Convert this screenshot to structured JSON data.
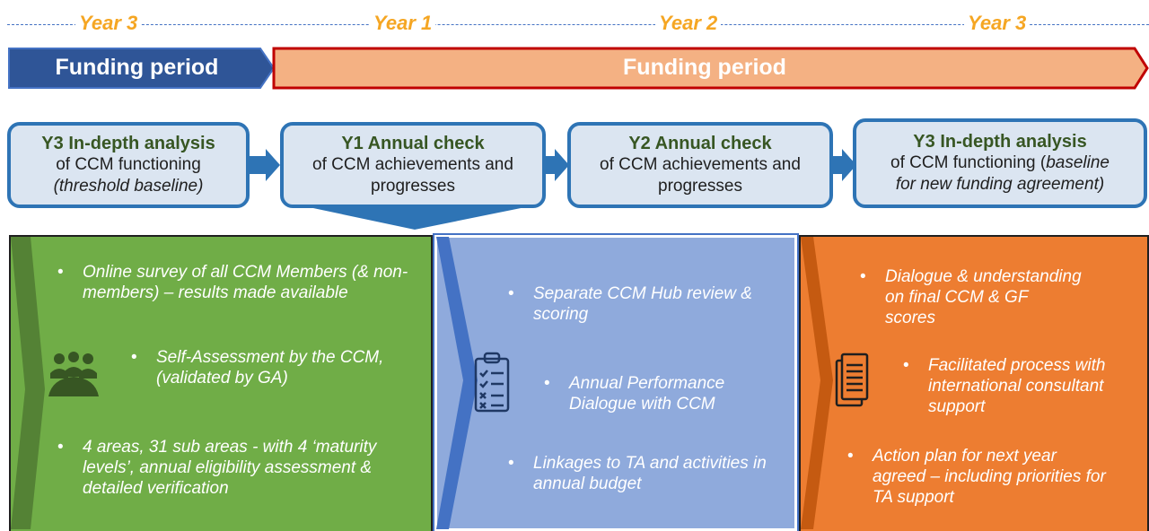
{
  "timeline": {
    "years": [
      "Year 3",
      "Year 1",
      "Year 2",
      "Year 3"
    ]
  },
  "funding": {
    "left_label": "Funding period",
    "right_label": "Funding period"
  },
  "boxes": [
    {
      "title": "Y3 In-depth analysis",
      "line2": "of CCM functioning",
      "line3": "(threshold baseline)"
    },
    {
      "title": "Y1 Annual check",
      "line2": "of CCM achievements and",
      "line3": "progresses"
    },
    {
      "title": "Y2 Annual check",
      "line2": "of CCM achievements and",
      "line3": "progresses"
    },
    {
      "title": "Y3 In-depth analysis",
      "line2_plain": "of CCM functioning (",
      "line2_italic": "baseline",
      "line3": "for new funding agreement)"
    }
  ],
  "panels": {
    "green": {
      "icon": "people-group-icon",
      "bullets": [
        "Online survey of all CCM Members (& non-members) – results made available",
        "Self-Assessment by the CCM, (validated by GA)",
        "4 areas, 31 sub areas - with 4 ‘maturity levels’, annual eligibility assessment & detailed verification"
      ]
    },
    "blue": {
      "icon": "clipboard-checklist-icon",
      "bullets": [
        "Separate CCM Hub review & scoring",
        "Annual Performance Dialogue with CCM",
        "Linkages to TA and activities in annual budget"
      ]
    },
    "orange": {
      "icon": "document-lines-icon",
      "bullets": [
        "Dialogue & understanding on final CCM & GF scores",
        "Facilitated process with international consultant support",
        "Action plan for next year agreed – including priorities for TA support"
      ]
    }
  },
  "colors": {
    "year": "#f5a623",
    "blue_dark": "#2f5597",
    "funding_fill": "#f4b183",
    "funding_border": "#c00000",
    "box_fill": "#dbe5f1",
    "box_border": "#2e74b5",
    "green": "#70ad47",
    "blue_panel": "#8faadc",
    "orange": "#ed7d31"
  }
}
